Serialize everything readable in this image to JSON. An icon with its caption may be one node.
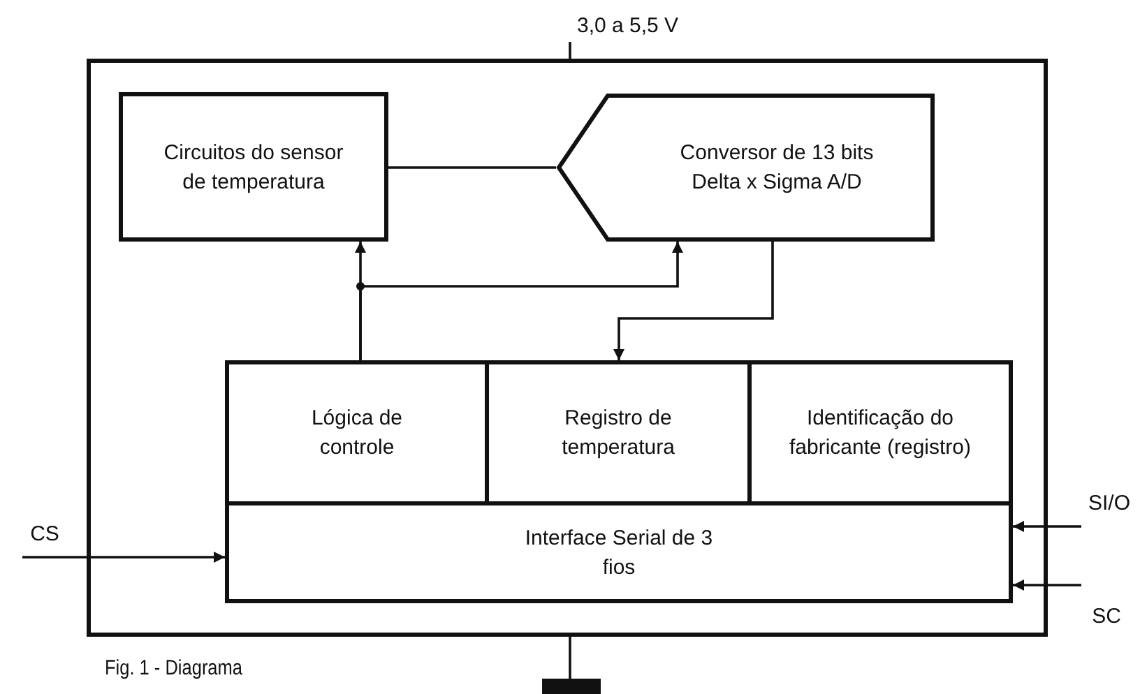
{
  "diagram": {
    "caption": "Fig. 1 - Diagrama",
    "nodes": [
      {
        "text": [],
        "shape": "box"
      },
      {
        "text": [
          "Circuitos do sensor de temperatura"
        ],
        "in": 0
      },
      {
        "text": [
          "Conversor de 13 bits Delta x Sigma A/D"
        ],
        "in": 0
      },
      {
        "text": [
          "Lógica de controle"
        ],
        "in": 0
      },
      {
        "text": [
          "Registro de temperatura"
        ],
        "in": 0
      },
      {
        "text": [
          "Identificação do fabricante (registro)"
        ],
        "in": 0
      },
      {
        "text": [
          "Interface Serial de 3 fios"
        ],
        "in": 0
      },
      {
        "text": [
          "CS"
        ]
      },
      {
        "text": [
          "SI/O"
        ]
      },
      {
        "text": [
          "SC"
        ]
      },
      {
        "text": [
          "3,0 a 5,5 V"
        ]
      },
      {
        "text": [],
        "shape": "bar"
      }
    ],
    "edges": [
      {
        "from": 1,
        "to": 2,
        "arrow": "none"
      },
      {
        "from": 3,
        "to": 1,
        "arrow": "to"
      },
      {
        "from": 3,
        "to": 2,
        "arrow": "to"
      },
      {
        "from": 2,
        "to": 4,
        "arrow": "to"
      },
      {
        "from": 7,
        "to": 6,
        "arrow": "to"
      },
      {
        "from": 8,
        "to": 6,
        "arrow": "to"
      },
      {
        "from": 9,
        "to": 6,
        "arrow": "to"
      },
      {
        "from": 10,
        "to": 0,
        "arrow": "none"
      },
      {
        "from": 0,
        "to": 11,
        "arrow": "none"
      }
    ]
  }
}
